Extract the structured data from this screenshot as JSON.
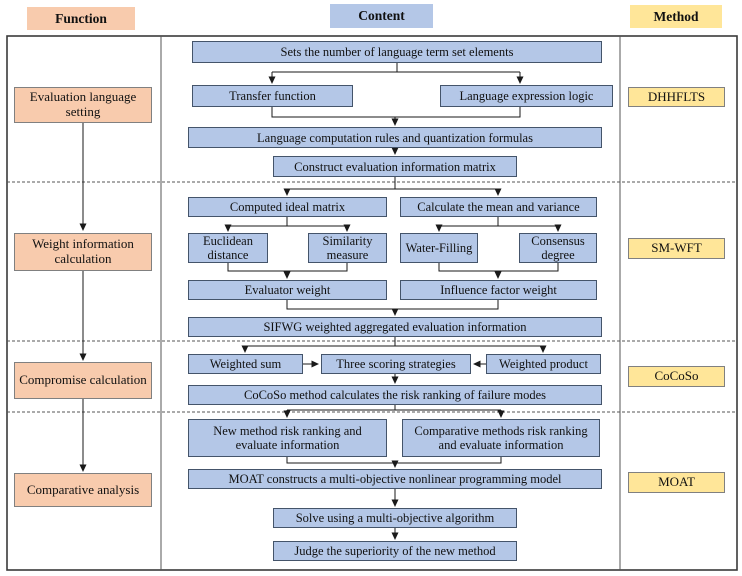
{
  "header": {
    "function": "Function",
    "content": "Content",
    "method": "Method"
  },
  "function_column": {
    "items": [
      "Evaluation language setting",
      "Weight information calculation",
      "Compromise calculation",
      "Comparative analysis"
    ]
  },
  "method_column": {
    "items": [
      "DHHFLTS",
      "SM-WFT",
      "CoCoSo",
      "MOAT"
    ]
  },
  "content_flow": {
    "set_elements": "Sets the number of language term set elements",
    "transfer_function": "Transfer function",
    "expression_logic": "Language expression logic",
    "computation_rules": "Language computation rules and quantization formulas",
    "construct_matrix": "Construct evaluation information matrix",
    "ideal_matrix": "Computed ideal matrix",
    "mean_variance": "Calculate the mean and variance",
    "euclidean": "Euclidean distance",
    "similarity": "Similarity measure",
    "water_filling": "Water-Filling",
    "consensus": "Consensus degree",
    "evaluator_weight": "Evaluator weight",
    "influence_weight": "Influence factor weight",
    "sifwg": "SIFWG weighted aggregated evaluation information",
    "weighted_sum": "Weighted sum",
    "three_strategies": "Three scoring strategies",
    "weighted_product": "Weighted product",
    "cocoso_ranking": "CoCoSo method calculates the risk ranking of failure modes",
    "new_method_ranking": "New method risk ranking and evaluate information",
    "comparative_ranking": "Comparative methods risk ranking and evaluate information",
    "moat_model": "MOAT constructs a multi-objective nonlinear programming model",
    "solve_algorithm": "Solve using a multi-objective algorithm",
    "judge_superiority": "Judge the superiority of the new method"
  },
  "colors": {
    "function_fill": "#F8CBAD",
    "content_fill": "#B4C7E7",
    "method_fill": "#FFE699",
    "content_border": "#44546A",
    "plain_border": "#808080",
    "line": "#1A1A1A"
  }
}
